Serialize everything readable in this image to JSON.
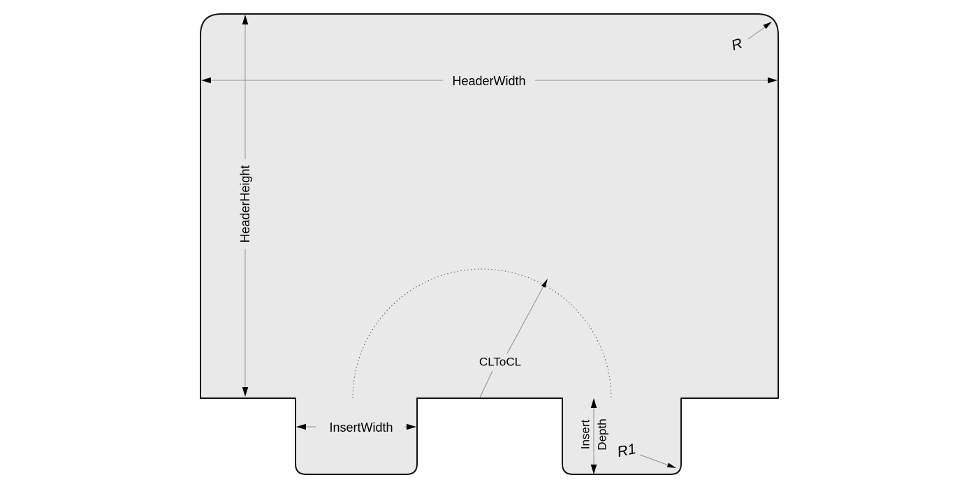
{
  "diagram": {
    "type": "engineering-drawing",
    "subject": "header-plate-with-insert-tabs",
    "labels": {
      "header_width": "HeaderWidth",
      "header_height": "HeaderHeight",
      "insert_width": "InsertWidth",
      "insert_depth_line1": "Insert",
      "insert_depth_line2": "Depth",
      "cl_to_cl": "CLToCL",
      "corner_radius": "R",
      "insert_corner_radius": "R1"
    },
    "colors": {
      "background": "#ffffff",
      "shape_fill": "#e9e9e9",
      "shape_outline": "#141414",
      "dimension_line": "#909090",
      "centerline_arc": "#555555",
      "arrowhead": "#000000",
      "text": "#000000"
    }
  }
}
